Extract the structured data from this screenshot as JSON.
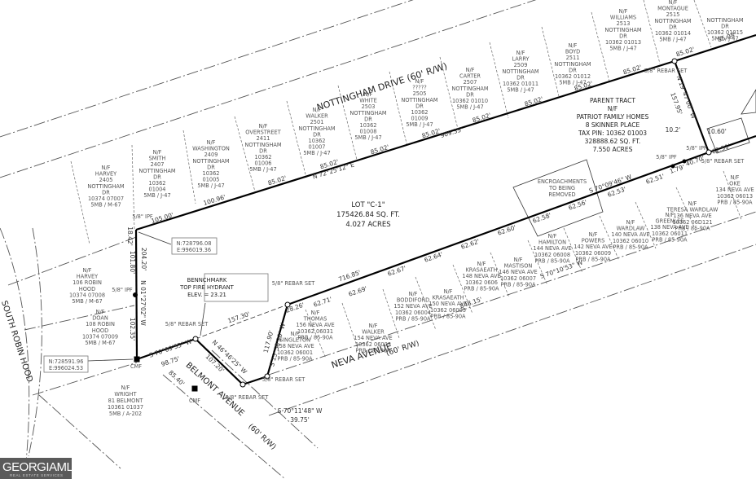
{
  "roads": {
    "nottingham": "NOTTINGHAM DRIVE (60' R/W)",
    "neva": "NEVA AVENUE",
    "neva_rw": "(60' R/W)",
    "belmont": "BELMONT AVENUE",
    "belmont_rw": "(60' R/W)",
    "robin_hood": "SOUTH ROBIN HOOD"
  },
  "lot_c1": {
    "name": "LOT \"C-1\"",
    "area_sqft": "175426.84 SQ. FT.",
    "acres": "4.027 ACRES"
  },
  "parent_tract": {
    "line1": "PARENT TRACT",
    "line2": "N/F",
    "line3": "PATRIOT FAMILY HOMES",
    "line4": "8 SKINNER PLACE",
    "line5": "TAX PIN: 10362 01003",
    "line6": "328888.62 SQ. FT.",
    "line7": "7.550 ACRES"
  },
  "benchmark": {
    "line1": "BENNCHMARK",
    "line2": "TOP FIRE HYDRANT",
    "line3": "ELEV. = 23.21"
  },
  "coords": {
    "c1_n": "N:728796.08",
    "c1_e": "E:996019.36",
    "c2_n": "N:728591.96",
    "c2_e": "E:996024.53"
  },
  "encroachments": {
    "line1": "ENCROACHMENTS",
    "line2": "TO BEING",
    "line3": "REMOVED"
  },
  "bearings": {
    "north_line": "N 72°25'12\" E",
    "north_total": "909.35'",
    "east_line": "N 19°47'00\" W",
    "east_len": "157.95'",
    "south_line_parent": "S 70°09'46\" W",
    "south_line_c1": "S 70°10'53\" W",
    "south_c1_total": "848.15'",
    "south_c1_inner": "716.85'",
    "west_line": "N 01°27'02\" W",
    "west_len": "204.20'",
    "west_seg1": "101.80'",
    "west_seg2": "102.35'",
    "west_top": "18.42'",
    "sw_line": "S 70°09'53\" W",
    "sw_len": "98.75'",
    "belmont_line": "N 46°46'25\" W",
    "belmont_len": "107.20'",
    "neva_corner_line": "S 15°58'20\" W",
    "neva_corner_len": "117.90'",
    "neva_spur_line": "S 70°11'48\" W",
    "neva_spur_len": "39.75'",
    "dashed_157": "157.30'",
    "short_2826": "28.26'",
    "belmont_cmf": "85.40'",
    "off_102": "10.2'",
    "off_1060": "10.60'"
  },
  "north_segments": [
    "105.00'",
    "100.96'",
    "85.02'",
    "85.02'",
    "85.02'",
    "85.02'",
    "85.02'",
    "85.02'",
    "85.02'",
    "85.02'",
    "85.02'",
    "85.08'"
  ],
  "south_segments": [
    "62.71'",
    "62.69'",
    "62.67'",
    "62.64'",
    "62.62'",
    "62.60'",
    "62.58'",
    "62.56'",
    "62.53'",
    "62.51'",
    "40.70'",
    "1.79'",
    "62.51'"
  ],
  "markers": {
    "rebar_set": "5/8\" REBAR SET",
    "ipf": "5/8\" IPF",
    "cmf": "CMF"
  },
  "nottingham_lots": [
    {
      "owner": "N/F",
      "name": "HARVEY",
      "addr": "2405",
      "st": "NOTTINGHAM",
      "dr": "DR",
      "pin": "10374 07007",
      "ref": "5MB / M-67"
    },
    {
      "owner": "N/F",
      "name": "SMITH",
      "addr": "2407",
      "st": "NOTTINGHAM",
      "dr": "DR",
      "pin": "10362",
      "pin2": "01004",
      "ref": "5MB / J-47"
    },
    {
      "owner": "N/F",
      "name": "WASHINGTON",
      "addr": "2409",
      "st": "NOTTINGHAM",
      "dr": "DR",
      "pin": "10362",
      "pin2": "01005",
      "ref": "5MB / J-47"
    },
    {
      "owner": "N/F",
      "name": "OVERSTREET",
      "addr": "2411",
      "st": "NOTTINGHAM",
      "dr": "DR",
      "pin": "10362",
      "pin2": "01006",
      "ref": "5MB / J-47"
    },
    {
      "owner": "N/F",
      "name": "WALKER",
      "addr": "2501",
      "st": "NOTTINGHAM",
      "dr": "DR",
      "pin": "10362",
      "pin2": "01007",
      "ref": "5MB / J-47"
    },
    {
      "owner": "N/F",
      "name": "WHITE",
      "addr": "2503",
      "st": "NOTTINGHAM",
      "dr": "DR",
      "pin": "10362",
      "pin2": "01008",
      "ref": "5MB / J-47"
    },
    {
      "owner": "N/F",
      "name": "?????",
      "addr": "2505",
      "st": "NOTTINGHAM",
      "dr": "DR",
      "pin": "10362",
      "pin2": "01009",
      "ref": "5MB / J-47"
    },
    {
      "owner": "N/F",
      "name": "CARTER",
      "addr": "2507",
      "st": "NOTTINGHAM",
      "dr": "DR",
      "pin": "10362 01010",
      "ref": "5MB / J-47"
    },
    {
      "owner": "N/F",
      "name": "LARRY",
      "addr": "2509",
      "st": "NOTTINGHAM",
      "dr": "DR",
      "pin": "10362 01011",
      "ref": "5MB / J-47"
    },
    {
      "owner": "N/F",
      "name": "BOYD",
      "addr": "2511",
      "st": "NOTTINGHAM",
      "dr": "DR",
      "pin": "10362 01012",
      "ref": "5MB / J-47"
    },
    {
      "owner": "N/F",
      "name": "WILLIAMS",
      "addr": "2513",
      "st": "NOTTINGHAM",
      "dr": "DR",
      "pin": "10362 01013",
      "ref": "5MB / J-47"
    },
    {
      "owner": "N/F",
      "name": "MONTAGUE",
      "addr": "2515",
      "st": "NOTTINGHAM",
      "dr": "DR",
      "pin": "10362 01014",
      "ref": "5MB / J-47"
    },
    {
      "owner": "",
      "name": "",
      "addr": "",
      "st": "NOTTINGHAM",
      "dr": "DR",
      "pin": "10362 01015",
      "ref": "5MB / J-47"
    }
  ],
  "neva_lots": [
    {
      "owner": "N/F",
      "name": "SINGLETON",
      "addr": "158 NEVA AVE",
      "pin": "10362 06001",
      "ref": "PRB / 85-90A"
    },
    {
      "owner": "N/F",
      "name": "THOMAS",
      "addr": "156 NEVA AVE",
      "pin": "10362 06031",
      "ref": "PRB / 85-90A"
    },
    {
      "owner": "N/F",
      "name": "WALKER",
      "addr": "154 NEVA AVE",
      "pin": "10362 06003",
      "ref": "PRB / 85-90A"
    },
    {
      "owner": "N/F",
      "name": "BODDIFORD",
      "addr": "152 NEVA AVE",
      "pin": "10362 06004",
      "ref": "PRB / 85-90A"
    },
    {
      "owner": "N/F",
      "name": "KRASAEATH",
      "addr": "150 NEVA AVE",
      "pin": "10362 06005",
      "ref": "PRB / 85-90A"
    },
    {
      "owner": "N/F",
      "name": "KRASAEATH",
      "addr": "148 NEVA AVE",
      "pin": "10362 0606",
      "ref": "PRB / 85-90A"
    },
    {
      "owner": "N/F",
      "name": "MASTISON",
      "addr": "146 NEVA AVE",
      "pin": "10362 06007",
      "ref": "PRB / 85-90A"
    },
    {
      "owner": "N/F",
      "name": "HAMILTON",
      "addr": "144 NEVA AVE",
      "pin": "10362 06008",
      "ref": "PRB / 85-90A"
    },
    {
      "owner": "N/F",
      "name": "POWERS",
      "addr": "142 NEVA AVE",
      "pin": "10362 06009",
      "ref": "PRB / 85-90A"
    },
    {
      "owner": "N/F",
      "name": "WARDLAW",
      "addr": "140 NEVA AVE",
      "pin": "10362 06010",
      "ref": "PRB / 85-90A"
    },
    {
      "owner": "N/F",
      "name": "GREENLEE",
      "addr": "138 NEVA AVE",
      "pin": "10362 06011",
      "ref": "PRB / 85-90A"
    },
    {
      "owner": "N/F",
      "name": "TERESA WARDLAW",
      "addr": "136 NEVA AVE",
      "pin": "10362 06D121",
      "ref": "PRB / 85-90A"
    },
    {
      "owner": "N/F",
      "name": "OKE",
      "addr": "134 NEVA AVE",
      "pin": "10362 06013",
      "ref": "PRB / 85-90A"
    }
  ],
  "robin_lots": [
    {
      "owner": "N/F",
      "name": "HARVEY",
      "addr": "106 ROBIN",
      "st": "HOOD",
      "pin": "10374 07008",
      "ref": "5MB / M-67"
    },
    {
      "owner": "N/F",
      "name": "DOAN",
      "addr": "108 ROBIN",
      "st": "HOOD",
      "pin": "10374 07009",
      "ref": "5MB / M-67"
    }
  ],
  "belmont_lot": {
    "owner": "N/F",
    "name": "WRIGHT",
    "addr": "81 BELMONT",
    "pin": "10361 01037",
    "ref": "5MB / A-202"
  },
  "watermark": {
    "brand": "GEORGIAMLS",
    "tagline": "REAL ESTATE SERVICES"
  }
}
